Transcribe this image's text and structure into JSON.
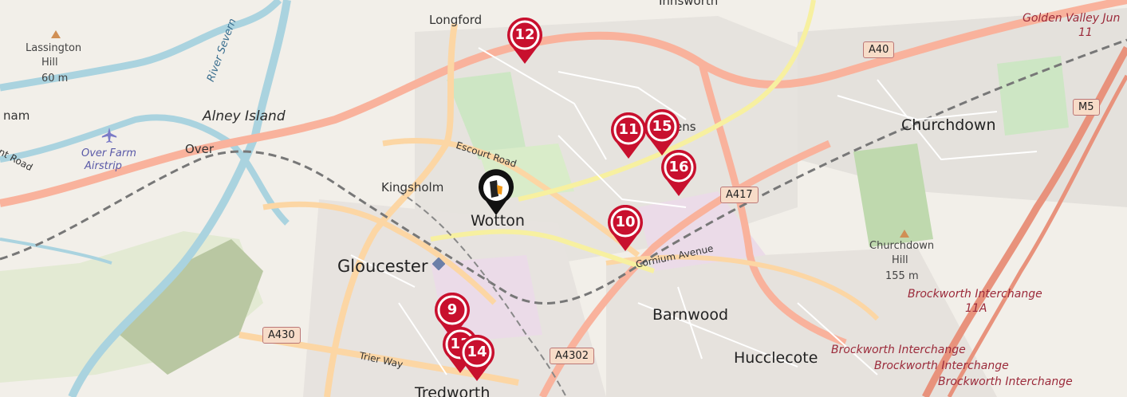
{
  "map": {
    "place_labels": {
      "longford": "Longford",
      "innsworth": "Innsworth",
      "lassington": "Lassington",
      "hill": "Hill",
      "height60": "60 m",
      "nam": "nam",
      "alney": "Alney Island",
      "overfarm": "Over Farm",
      "airstrip": "Airstrip",
      "over": "Over",
      "kingsholm": "Kingsholm",
      "wotton": "Wotton",
      "gloucester": "Gloucester",
      "barnwood": "Barnwood",
      "hucclecote": "Hucclecote",
      "tredworth": "Tredworth",
      "churchdown": "Churchdown",
      "churchdown_hill": "Churchdown",
      "churchdown_hill2": "Hill",
      "height155": "155 m",
      "ens": "ens",
      "river_severn": "River Severn"
    },
    "road_labels": {
      "escourt": "Escourt Road",
      "cornium": "Cornium Avenue",
      "trier": "Trier Way",
      "int_road": "nt Road"
    },
    "shields": {
      "a40": "A40",
      "m5": "M5",
      "a417": "A417",
      "a430": "A430",
      "a4302": "A4302"
    },
    "interchange_labels": {
      "golden_valley": "Golden Valley Jun",
      "gv_num": "11",
      "brock_11a": "Brockworth Interchange",
      "brock_11a_num": "11A",
      "brock_b1": "Brockworth Interchange",
      "brock_b2": "Brockworth Interchange",
      "brock_b3": "Brockworth Interchange"
    },
    "markers": [
      {
        "id": "m12",
        "label": "12"
      },
      {
        "id": "m11",
        "label": "11"
      },
      {
        "id": "m15",
        "label": "15"
      },
      {
        "id": "m16",
        "label": "16"
      },
      {
        "id": "m10",
        "label": "10"
      },
      {
        "id": "m9",
        "label": "9"
      },
      {
        "id": "m13",
        "label": "13"
      },
      {
        "id": "m14",
        "label": "14"
      }
    ],
    "colors": {
      "marker": "#c8102e",
      "motorway": "#e8927c",
      "trunk": "#f9b29c",
      "primary": "#fcd6a4",
      "water": "#aad3df",
      "green": "#cde6c4"
    }
  }
}
